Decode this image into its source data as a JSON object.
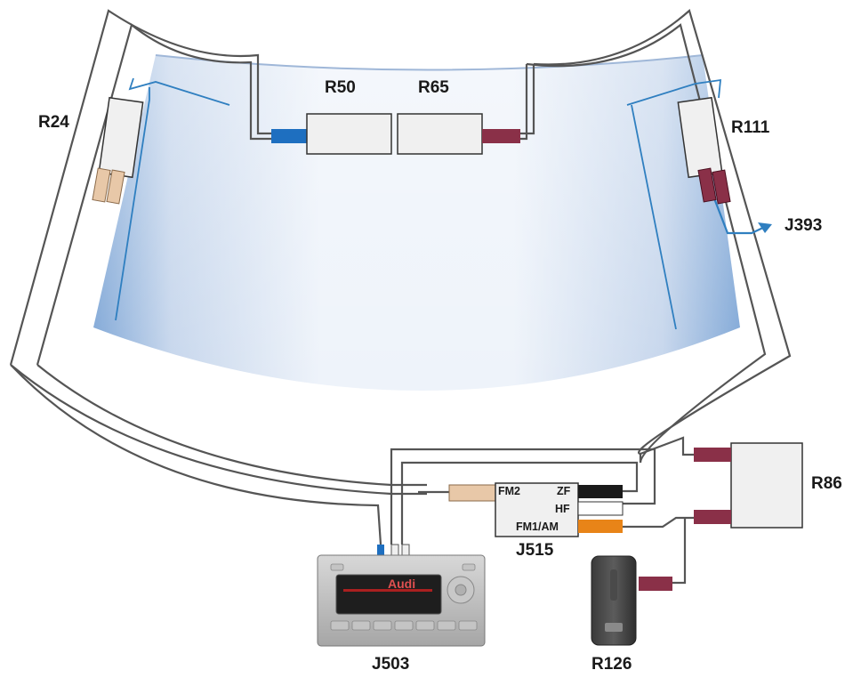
{
  "labels": {
    "r24": "R24",
    "r50": "R50",
    "r65": "R65",
    "r111": "R111",
    "j393": "J393",
    "r86": "R86",
    "j515": "J515",
    "j503": "J503",
    "r126": "R126"
  },
  "ports": {
    "fm2": "FM2",
    "zf": "ZF",
    "hf": "HF",
    "fm1am": "FM1/AM"
  },
  "radio_brand": "Audi",
  "colors": {
    "cable": "#555555",
    "signal_blue": "#2f7fc0",
    "connector_blue": "#1e6fc0",
    "connector_maroon": "#8a3048",
    "connector_tan": "#e8c8a8",
    "connector_black": "#1a1a1a",
    "connector_orange": "#e88418",
    "box_fill": "#f0f0f0",
    "glass_tint": "#dde7f3"
  }
}
